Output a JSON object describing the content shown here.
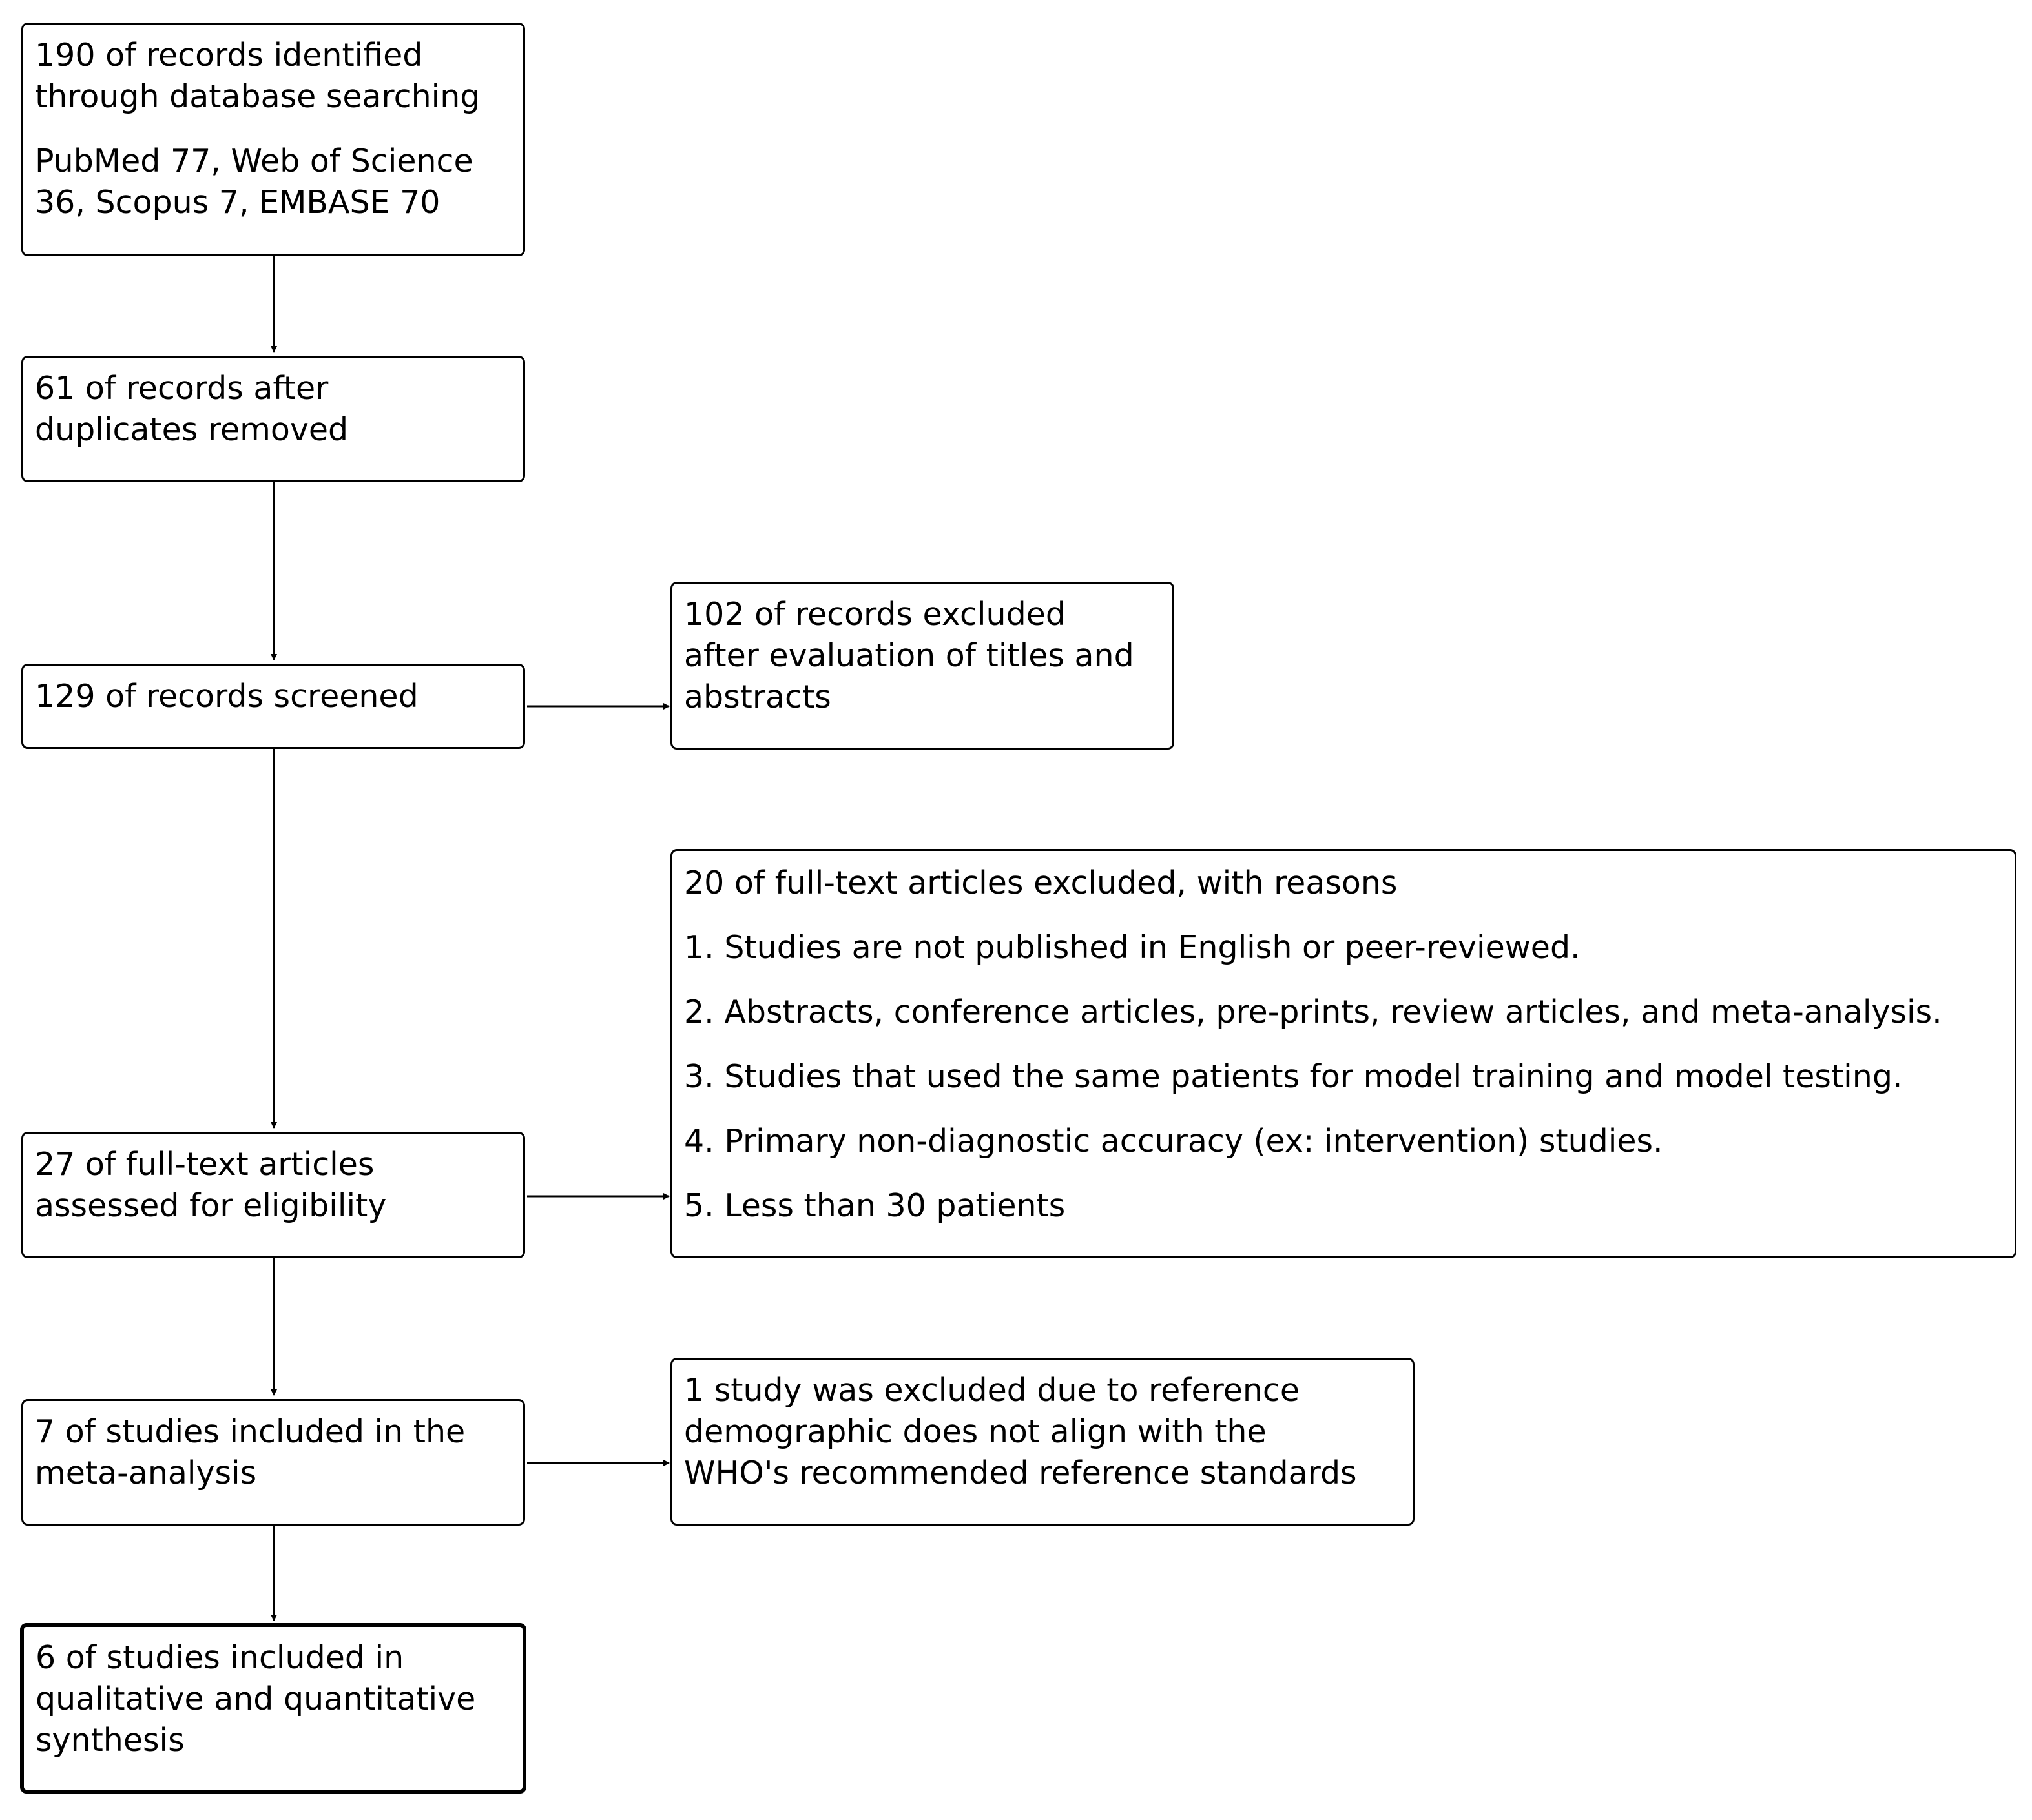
{
  "flow": {
    "identified": {
      "line1": "190 of records identified",
      "line2": "through database searching",
      "line3": "PubMed 77, Web of Science",
      "line4": "36, Scopus 7, EMBASE 70"
    },
    "after_duplicates": {
      "line1": "61 of records after",
      "line2": "duplicates removed"
    },
    "screened": {
      "line1": "129 of records screened"
    },
    "excluded_titles": {
      "line1": "102 of records excluded",
      "line2": "after evaluation of titles and",
      "line3": "abstracts"
    },
    "fulltext_excluded": {
      "heading": "20 of full-text articles excluded, with reasons",
      "reasons": [
        "1. Studies are not published in English or peer-reviewed.",
        "2. Abstracts, conference articles, pre-prints, review articles, and meta-analysis.",
        "3. Studies that used the same patients for model training and model testing.",
        "4. Primary non-diagnostic accuracy (ex: intervention) studies.",
        "5. Less than 30 patients"
      ]
    },
    "eligibility": {
      "line1": "27 of full-text articles",
      "line2": "assessed for eligibility"
    },
    "meta_analysis": {
      "line1": "7 of studies included in the",
      "line2": "meta-analysis"
    },
    "reference_excluded": {
      "line1": "1 study was excluded due to reference",
      "line2": "demographic does not align with the",
      "line3": "WHO's recommended reference standards"
    },
    "synthesis": {
      "line1": "6 of studies included in",
      "line2": "qualitative and quantitative",
      "line3": "synthesis"
    }
  }
}
